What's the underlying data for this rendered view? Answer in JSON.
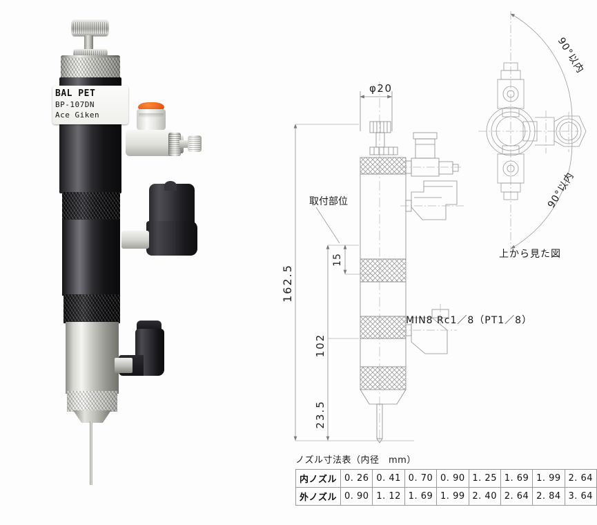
{
  "product_photo": {
    "label_line1": "BAL PET",
    "label_line2": "BP-107DN",
    "label_line3": "Ace Giken"
  },
  "drawing": {
    "diameter_top": "φ20",
    "dim_overall": "162.5",
    "dim_mount": "15",
    "dim_mid": "102",
    "dim_bottom": "23.5",
    "mount_note": "取付部位",
    "port_note": "MIN8  Rc1／8（PT1／8）",
    "top_view_caption": "上から見た図",
    "angle_note_upper": "90°以内",
    "angle_note_lower": "90°以内"
  },
  "nozzle_table": {
    "caption": "ノズル寸法表（内径　mm）",
    "rows": [
      {
        "header": "内ノズル",
        "values": [
          "0. 26",
          "0. 41",
          "0. 70",
          "0. 90",
          "1. 25",
          "1. 69",
          "1. 99",
          "2. 64"
        ]
      },
      {
        "header": "外ノズル",
        "values": [
          "0. 90",
          "1. 12",
          "1. 69",
          "1. 99",
          "2. 40",
          "2. 64",
          "2. 84",
          "3. 64"
        ]
      }
    ]
  },
  "colors": {
    "background": "#fdfdfd",
    "line": "#6f6f6f",
    "text": "#1a1a1a",
    "accent_orange": "#e2560f"
  }
}
